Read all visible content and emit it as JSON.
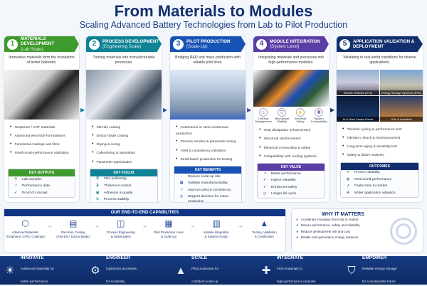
{
  "title": "From Materials to Modules",
  "subtitle": "Scaling Advanced Battery Technologies from Lab to Pilot Production",
  "colors": {
    "green": "#3f9a2e",
    "teal": "#0f8296",
    "blue": "#1752b5",
    "purple": "#5b3ea5",
    "navy": "#13306e"
  },
  "stages": [
    {
      "num": "1",
      "title": "MATERIALS DEVELOPMENT",
      "sub": "(Lab Scale)",
      "intro": "Innovative materials form the foundation of better batteries.",
      "bullets": [
        "Graphene / CNT materials",
        "Advanced electrode formulations",
        "Functional coatings and films",
        "Small-scale performance validation"
      ],
      "box_title": "KEY OUTPUTS",
      "box_items": [
        {
          "icon": "flask-icon",
          "label": "Lab samples"
        },
        {
          "icon": "chart-icon",
          "label": "Performance data"
        },
        {
          "icon": "check-circle-icon",
          "label": "Proof of concept"
        }
      ]
    },
    {
      "num": "2",
      "title": "PROCESS DEVELOPMENT",
      "sub": "(Engineering Scale)",
      "intro": "Turning materials into manufacturable processes.",
      "bullets": [
        "Slot-die coating",
        "Doctor blade coating",
        "Drying & curing",
        "Calendering & lamination",
        "Parameter optimization"
      ],
      "box_title": "KEY FOCUS",
      "box_items": [
        {
          "icon": "layers-icon",
          "label": "Film uniformity"
        },
        {
          "icon": "thickness-icon",
          "label": "Thickness control"
        },
        {
          "icon": "adhesion-icon",
          "label": "Adhesion & quality"
        },
        {
          "icon": "gear-icon",
          "label": "Process stability"
        }
      ]
    },
    {
      "num": "3",
      "title": "PILOT PRODUCTION",
      "sub": "(Scale-Up)",
      "intro": "Bridging R&D and mass production with reliable pilot lines.",
      "bullets": [
        "Continuous or semi-continuous production",
        "Process window & parameter tuning",
        "Yield & consistency validation",
        "Small-batch production for testing"
      ],
      "box_title": "KEY BENEFITS",
      "box_items": [
        {
          "icon": "gauge-icon",
          "label": "Reduce scale-up risk"
        },
        {
          "icon": "factory-icon",
          "label": "Validate manufacturability"
        },
        {
          "icon": "chart-icon",
          "label": "Improve yield & consistency"
        },
        {
          "icon": "target-icon",
          "label": "Support decision for mass production"
        }
      ]
    },
    {
      "num": "4",
      "title": "MODULE INTEGRATION",
      "sub": "(System Level)",
      "intro": "Integrating materials and processes into high-performance modules.",
      "features": [
        {
          "icon": "thermometer-icon",
          "label": "Thermal Management"
        },
        {
          "icon": "shield-icon",
          "label": "Mechanical Stability"
        },
        {
          "icon": "lightning-icon",
          "label": "Electrical Safety"
        },
        {
          "icon": "puzzle-icon",
          "label": "System Compatibility"
        }
      ],
      "bullets": [
        "Heat dissipation enhancement",
        "Structural reinforcement",
        "Electrical connectivity & safety",
        "Compatibility with cooling systems"
      ],
      "box_title": "KEY VALUE",
      "box_items": [
        {
          "icon": "chart-icon",
          "label": "Better performance"
        },
        {
          "icon": "check-circle-icon",
          "label": "Higher reliability"
        },
        {
          "icon": "check-circle-icon",
          "label": "Enhanced safety"
        },
        {
          "icon": "clock-icon",
          "label": "Longer life cycle"
        }
      ]
    },
    {
      "num": "5",
      "title": "APPLICATION VALIDATION & DEPLOYMENT",
      "sub": "",
      "intro": "Validating in real-world conditions for diverse applications.",
      "applications": [
        "Electric Vehicles (EVs)",
        "Energy Storage Systems (ESS)",
        "AI & Data Center Power",
        "Grid & Industrial"
      ],
      "bullets": [
        "Thermal cycling & performance test",
        "Vibration, shock & mechanical test",
        "Long-term aging & durability test",
        "Safety & failure analysis"
      ],
      "box_title": "OUTCOMES",
      "box_items": [
        {
          "icon": "check-circle-icon",
          "label": "Proven reliability"
        },
        {
          "icon": "globe-icon",
          "label": "Real-world performance"
        },
        {
          "icon": "rocket-icon",
          "label": "Faster time to market"
        },
        {
          "icon": "network-icon",
          "label": "Wider application adoption"
        }
      ]
    }
  ],
  "capabilities": {
    "title": "OUR END-TO-END CAPABILITIES",
    "items": [
      {
        "icon": "molecule-icon",
        "l1": "Advanced Materials",
        "l2": "(Graphene, CNTs, Coatings)"
      },
      {
        "icon": "coater-icon",
        "l1": "Precision Coating",
        "l2": "(Slot-Die / Doctor Blade)"
      },
      {
        "icon": "roller-icon",
        "l1": "Process Engineering",
        "l2": "& Optimization"
      },
      {
        "icon": "factory-icon",
        "l1": "Pilot Production Lines",
        "l2": "& Scale-Up"
      },
      {
        "icon": "battery-module-icon",
        "l1": "Module Integration",
        "l2": "& System Design"
      },
      {
        "icon": "growth-chart-icon",
        "l1": "Testing, Validation",
        "l2": "& Certification"
      }
    ]
  },
  "why": {
    "title": "WHY IT MATTERS",
    "items": [
      "Accelerate innovation from lab to market",
      "Ensure performance, safety and reliability",
      "Reduce development risk and cost",
      "Enable next-generation energy solutions"
    ]
  },
  "footer": [
    {
      "icon": "lightbulb-icon",
      "title": "INNOVATE",
      "l1": "Advanced materials for",
      "l2": "better performance"
    },
    {
      "icon": "gear-icon",
      "title": "ENGINEER",
      "l1": "Optimized processes",
      "l2": "for scalability"
    },
    {
      "icon": "growth-chart-icon",
      "title": "SCALE",
      "l1": "Pilot production for",
      "l2": "confident scale-up"
    },
    {
      "icon": "puzzle-icon",
      "title": "INTEGRATE",
      "l1": "From materials to",
      "l2": "high-performance modules"
    },
    {
      "icon": "shield-icon",
      "title": "EMPOWER",
      "l1": "Reliable energy storage",
      "l2": "for a sustainable future"
    }
  ]
}
